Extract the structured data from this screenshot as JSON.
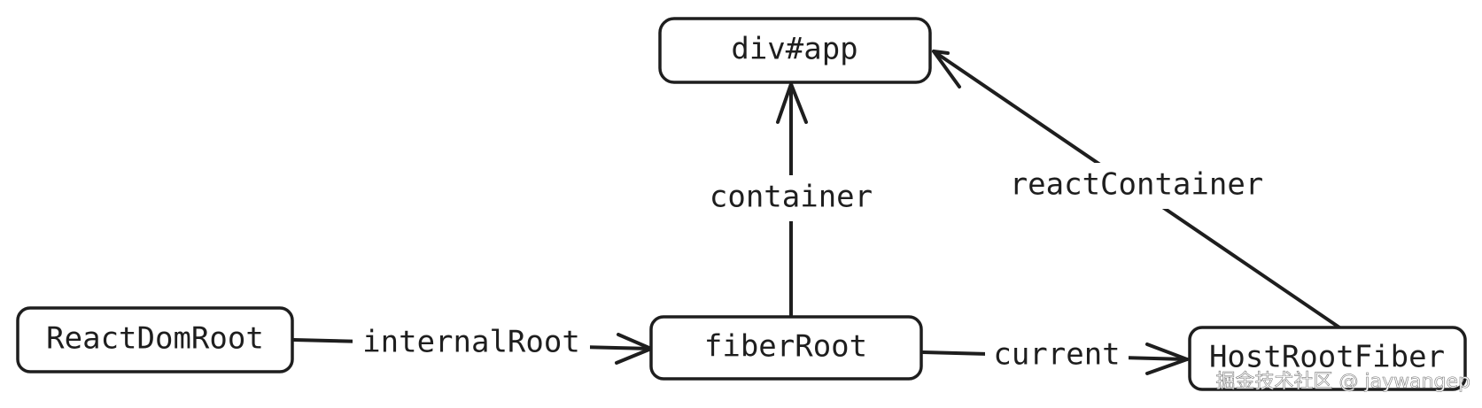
{
  "nodes": {
    "div_app": "div#app",
    "react_dom_root": "ReactDomRoot",
    "fiber_root": "fiberRoot",
    "host_root_fiber": "HostRootFiber"
  },
  "edges": {
    "internal_root": "internalRoot",
    "container": "container",
    "current": "current",
    "react_container": "reactContainer"
  },
  "watermark": "掘金技术社区 @ jaywangep"
}
